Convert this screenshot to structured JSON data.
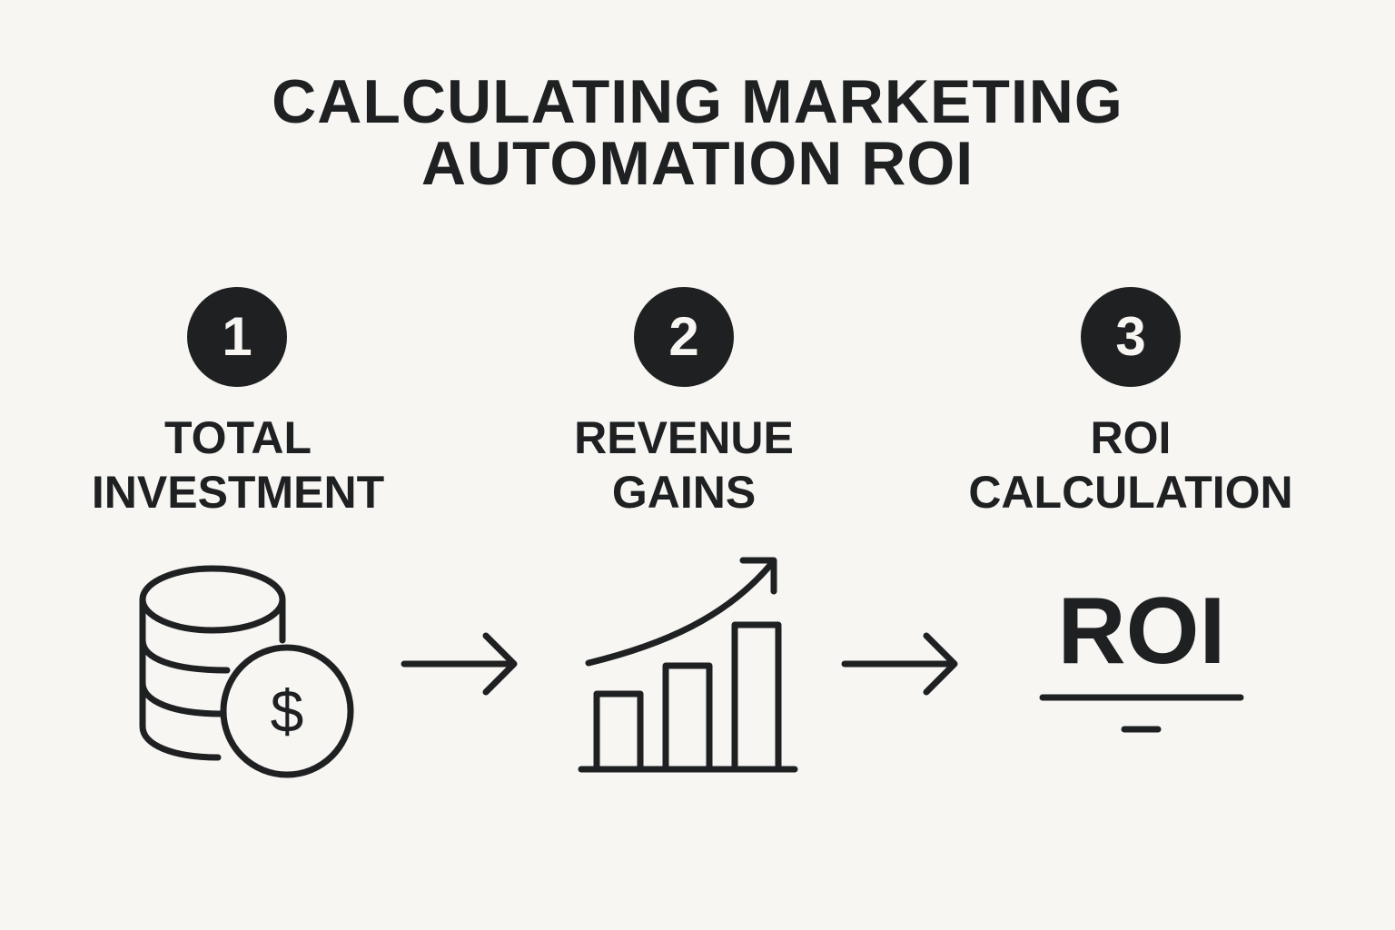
{
  "title": {
    "line1": "CALCULATING MARKETING",
    "line2": "AUTOMATION ROI"
  },
  "steps": [
    {
      "number": "1",
      "label1": "TOTAL",
      "label2": "INVESTMENT"
    },
    {
      "number": "2",
      "label1": "REVENUE",
      "label2": "GAINS"
    },
    {
      "number": "3",
      "label1": "ROI",
      "label2": "CALCULATION"
    }
  ],
  "formula": {
    "text": "ROI",
    "currency": "$"
  }
}
